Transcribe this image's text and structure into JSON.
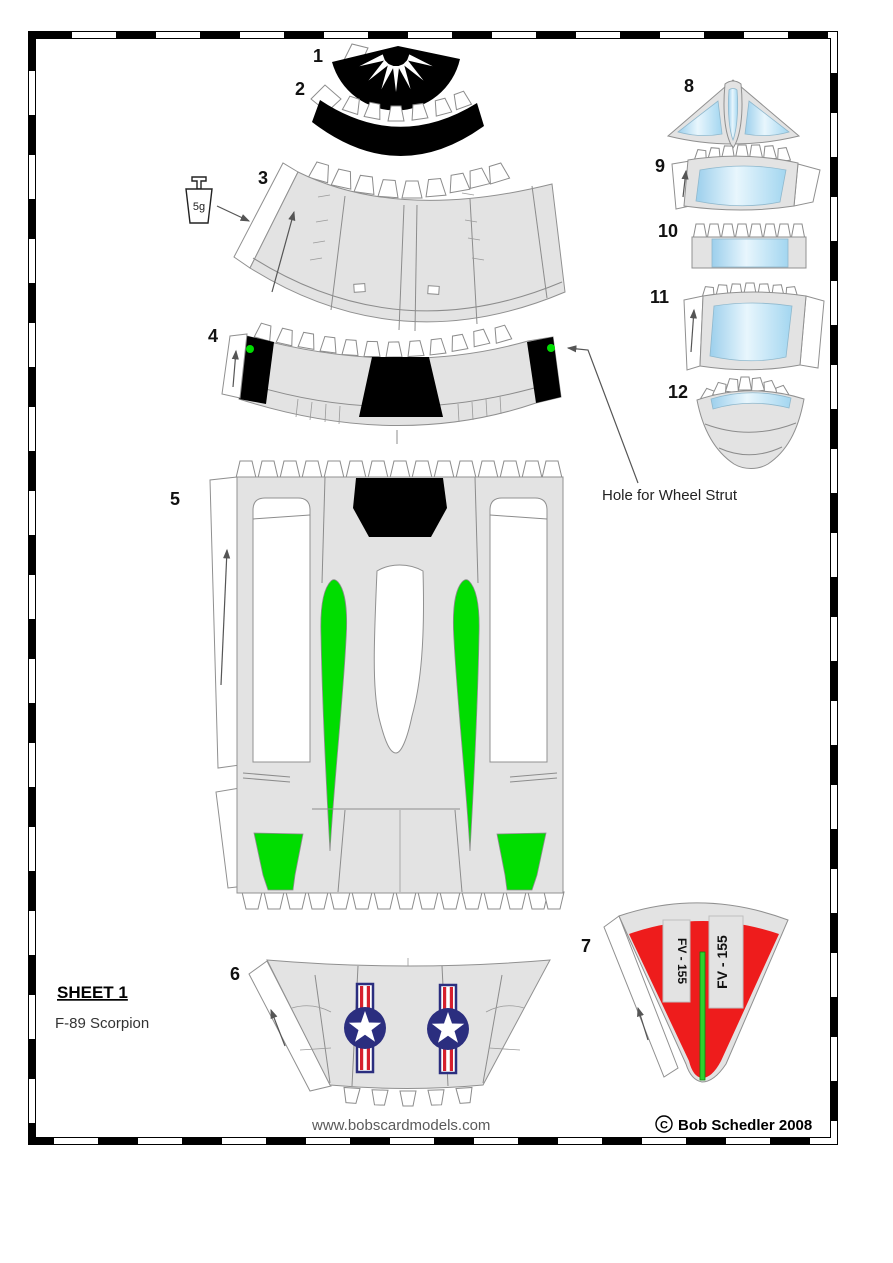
{
  "page": {
    "sheet_label": "SHEET 1",
    "model_name": "F-89 Scorpion",
    "website": "www.bobscardmodels.com",
    "copyright_symbol": "C",
    "copyright_text": "Bob Schedler 2008"
  },
  "annotations": {
    "wheel_strut_note": "Hole for Wheel Strut",
    "weight_label": "5g",
    "fin_marking": "FV - 155"
  },
  "part_labels": [
    "1",
    "2",
    "3",
    "4",
    "5",
    "6",
    "7",
    "8",
    "9",
    "10",
    "11",
    "12"
  ],
  "colors": {
    "card_gray": "#e3e3e3",
    "outline_gray": "#909090",
    "ink_black": "#000000",
    "marking_green": "#00dd00",
    "fin_red": "#ee1c1c",
    "insignia_navy": "#2b2e7f",
    "insignia_red": "#d6202e",
    "canopy_blue": "#9ccfec",
    "canopy_highlight": "#e8f6fd"
  }
}
